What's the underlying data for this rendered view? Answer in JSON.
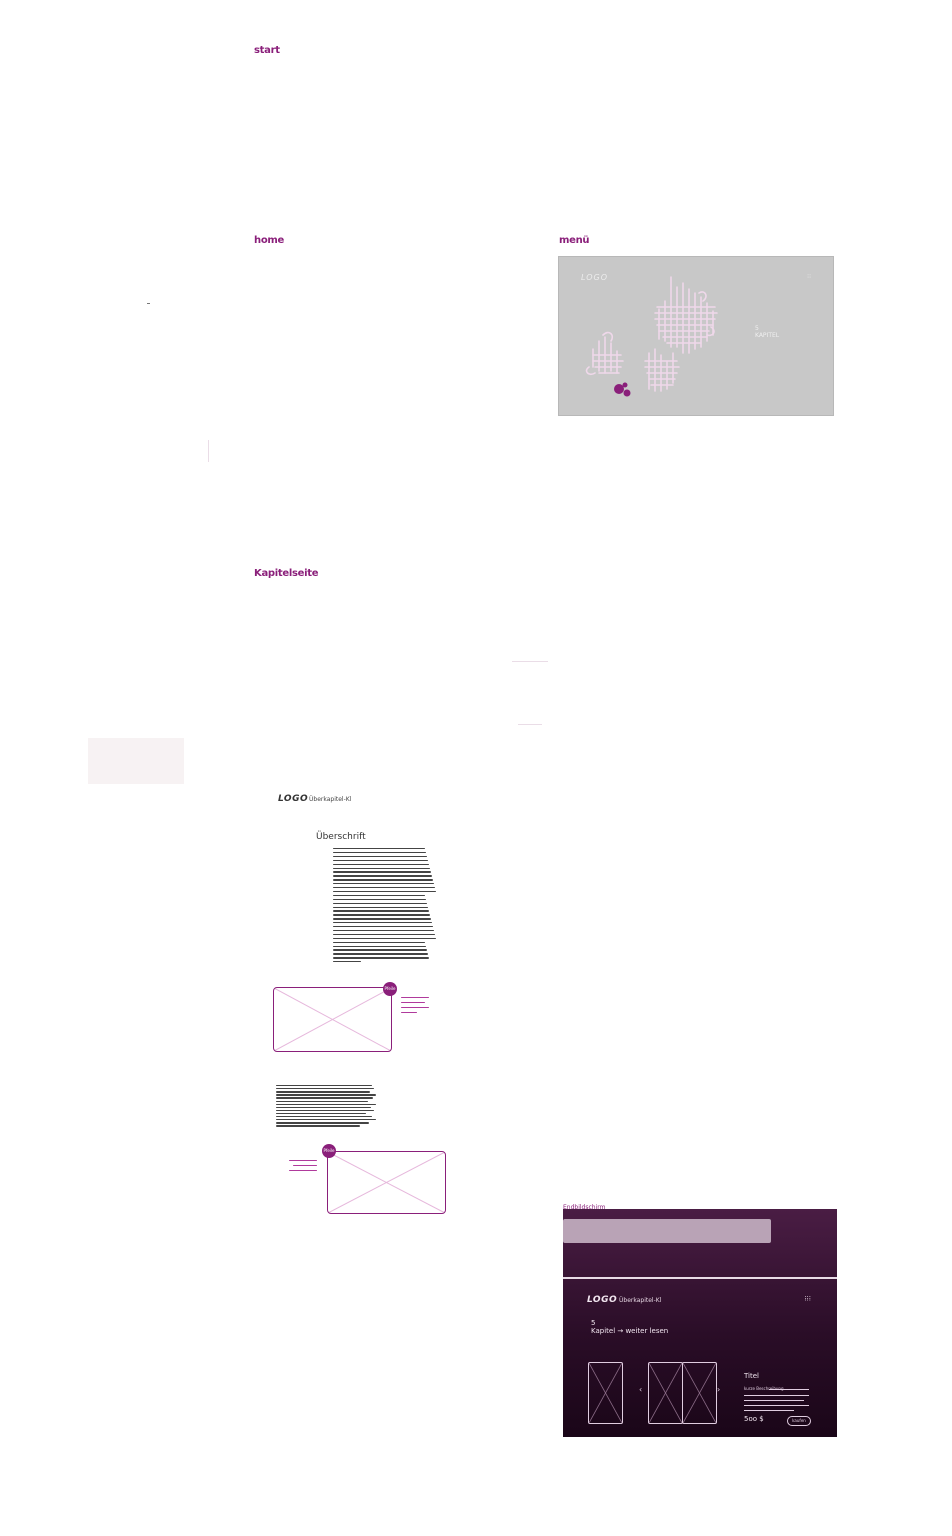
{
  "sections": {
    "start": "start",
    "home": "home",
    "menu": "menü",
    "chapter": "Kapitelseite"
  },
  "menu_frame": {
    "logo": "LOGO",
    "side_label": "KAPITEL",
    "side_prefix": "5"
  },
  "chapter_page": {
    "logo": "LOGO",
    "breadcrumb": "Überkapitel-Kl",
    "heading": "Überschrift",
    "badge_1": "Pfeile",
    "badge_2": "Pfeile"
  },
  "dark_frame": {
    "label": "Endbildschirm",
    "logo": "LOGO",
    "breadcrumb": "Überkapitel-Kl",
    "chapter_prefix": "5",
    "chapter_text": "Kapitel → weiter lesen",
    "product_title": "Titel",
    "product_desc": "kurze Beschreibung",
    "price": "5oo $",
    "button": "kaufen"
  },
  "colors": {
    "accent": "#8a1f7a",
    "menu_bg": "#c8c8c8",
    "dark_bg": "#2a0d27"
  }
}
